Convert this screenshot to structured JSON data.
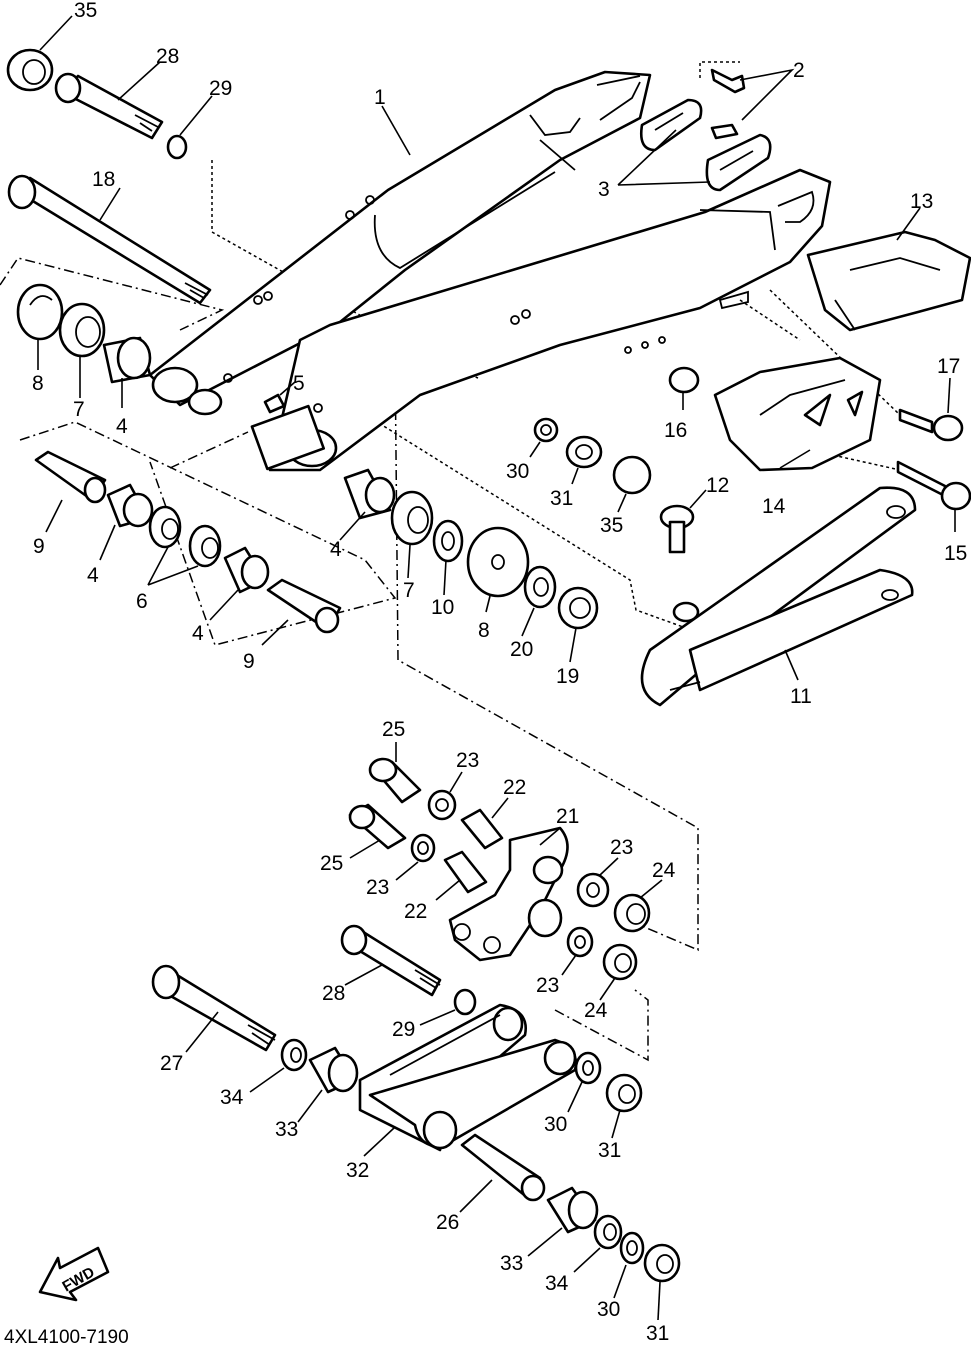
{
  "diagram_code": "4XL4100-7190",
  "fwd_label": "FWD",
  "callouts": {
    "c35a": "35",
    "c28a": "28",
    "c29a": "29",
    "c1": "1",
    "c2": "2",
    "c3": "3",
    "c13": "13",
    "c18": "18",
    "c17": "17",
    "c8a": "8",
    "c7a": "7",
    "c4a": "4",
    "c5": "5",
    "c16": "16",
    "c30a": "30",
    "c31a": "31",
    "c35b": "35",
    "c12": "12",
    "c14": "14",
    "c15": "15",
    "c9a": "9",
    "c4b": "4",
    "c6": "6",
    "c4c": "4",
    "c9b": "9",
    "c4d": "4",
    "c7b": "7",
    "c10": "10",
    "c8b": "8",
    "c20": "20",
    "c19": "19",
    "c11": "11",
    "c25a": "25",
    "c23a": "23",
    "c22a": "22",
    "c21": "21",
    "c25b": "25",
    "c23b": "23",
    "c22b": "22",
    "c23c": "23",
    "c24a": "24",
    "c23d": "23",
    "c24b": "24",
    "c28b": "28",
    "c29b": "29",
    "c27": "27",
    "c34a": "34",
    "c33a": "33",
    "c30b": "30",
    "c31b": "31",
    "c32": "32",
    "c26": "26",
    "c33b": "33",
    "c34b": "34",
    "c30c": "30",
    "c31c": "31"
  }
}
